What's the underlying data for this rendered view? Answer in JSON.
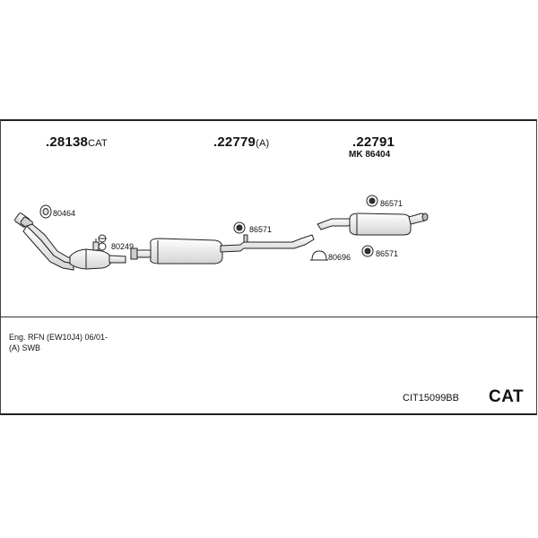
{
  "parts": {
    "front": {
      "number": ".28138",
      "suffix": "CAT"
    },
    "middle": {
      "number": ".22779",
      "suffix": "(A)"
    },
    "rear": {
      "number": ".22791",
      "suffix": ""
    },
    "rear_mk": "MK  86404"
  },
  "callouts": {
    "c80464": "80464",
    "c80249": "80249",
    "c86571_mid": "86571",
    "c86571_rear_top": "86571",
    "c86571_rear_bottom": "86571",
    "c80696": "80696"
  },
  "info": {
    "line1": "Eng. RFN (EW10J4)   06/01-",
    "line2": "(A) SWB"
  },
  "kit_code": "CIT15099BB",
  "kit_type": "CAT",
  "colors": {
    "line": "#222222",
    "fill_light": "#eeeeee",
    "fill_mid": "#cfcfcf"
  }
}
